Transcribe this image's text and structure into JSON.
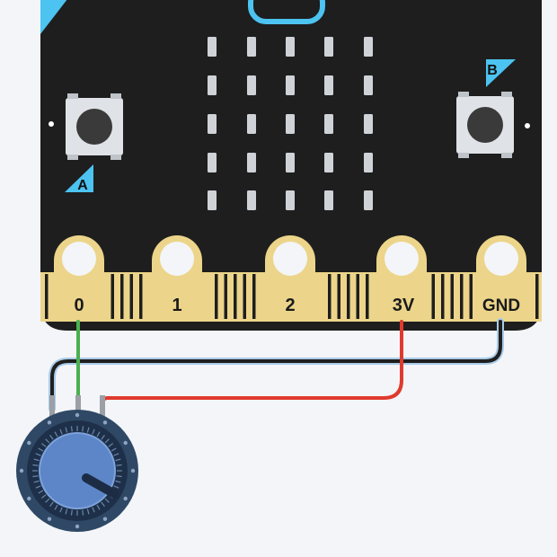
{
  "board": {
    "button_a_label": "A",
    "button_b_label": "B",
    "pins": [
      {
        "id": "pin-0",
        "label": "0"
      },
      {
        "id": "pin-1",
        "label": "1"
      },
      {
        "id": "pin-2",
        "label": "2"
      },
      {
        "id": "pin-3v",
        "label": "3V"
      },
      {
        "id": "pin-gnd",
        "label": "GND"
      }
    ]
  },
  "colors": {
    "background": "#f3f5f8",
    "board": "#1e1e1e",
    "gold": "#ecd58a",
    "accent_blue": "#4cc3f0",
    "led_off": "#cfd3d8",
    "wire_signal": "#4caf50",
    "wire_power": "#e03a2e",
    "wire_ground": "#1f1f1f",
    "potentiometer_body": "#2f4865",
    "potentiometer_knob": "#5c86c8"
  },
  "wires": [
    {
      "id": "signal-wire",
      "from": "pin-0",
      "to": "potentiometer-wiper",
      "color": "wire_signal"
    },
    {
      "id": "power-wire",
      "from": "pin-3v",
      "to": "potentiometer-terminal-right",
      "color": "wire_power"
    },
    {
      "id": "ground-wire",
      "from": "pin-gnd",
      "to": "potentiometer-terminal-left",
      "color": "wire_ground"
    }
  ],
  "potentiometer": {
    "icon": "potentiometer-icon"
  }
}
